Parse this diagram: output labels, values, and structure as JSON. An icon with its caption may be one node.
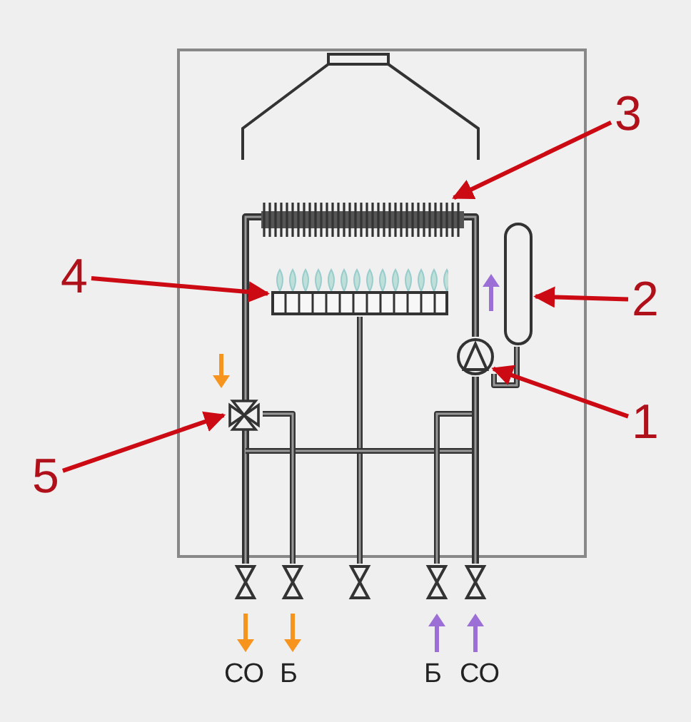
{
  "diagram": {
    "nodes": [
      {
        "text": [
          "1"
        ]
      },
      {
        "text": [],
        "shape": "circle"
      },
      {
        "text": [
          "2"
        ]
      },
      {
        "text": [],
        "shape": "cylinder"
      },
      {
        "text": [
          "3"
        ]
      },
      {
        "text": [],
        "shape": "box"
      },
      {
        "text": [
          "4"
        ]
      },
      {
        "text": [],
        "shape": "box"
      },
      {
        "text": [
          "5"
        ]
      },
      {
        "text": [],
        "shape": "valve"
      }
    ],
    "edges": [
      {
        "from": 0,
        "to": 1,
        "arrow": "to"
      },
      {
        "from": 2,
        "to": 3,
        "arrow": "to"
      },
      {
        "from": 4,
        "to": 5,
        "arrow": "to"
      },
      {
        "from": 6,
        "to": 7,
        "arrow": "to"
      },
      {
        "from": 8,
        "to": 9,
        "arrow": "to"
      }
    ],
    "labels": [
      "СО",
      "Б",
      "Б",
      "СО"
    ]
  }
}
